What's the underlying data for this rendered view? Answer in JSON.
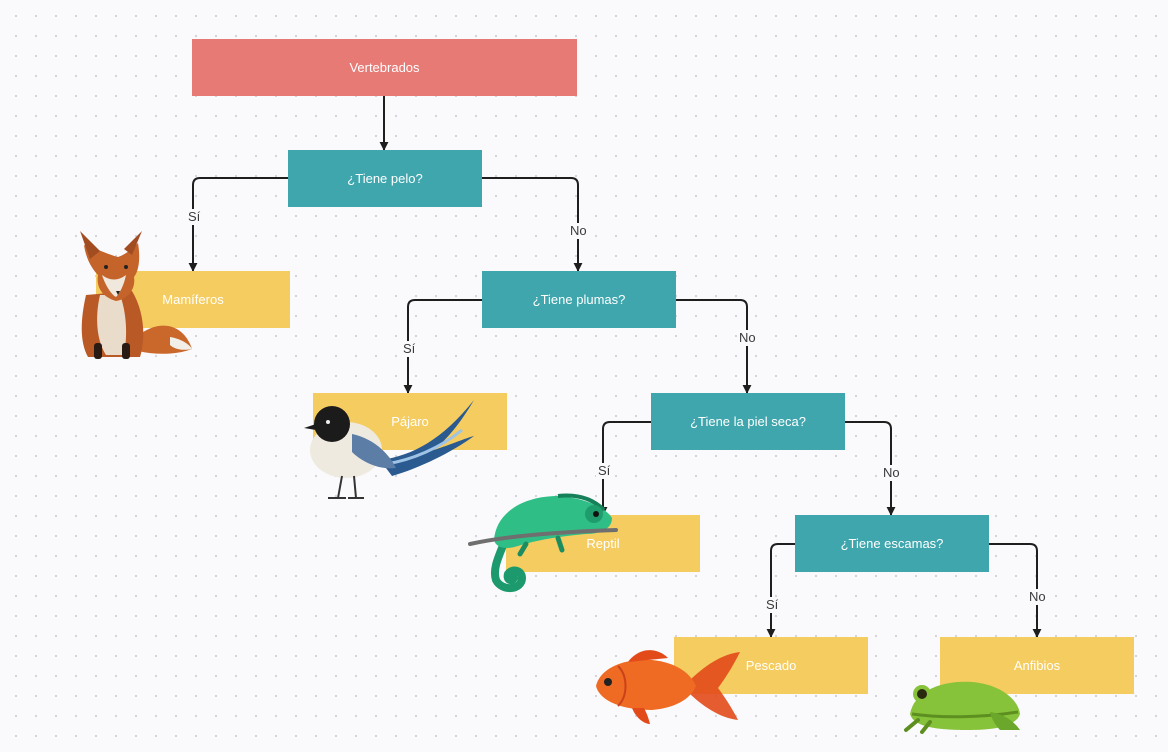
{
  "diagram": {
    "root": "Vertebrados",
    "questions": {
      "q1": "¿Tiene pelo?",
      "q2": "¿Tiene plumas?",
      "q3": "¿Tiene la piel seca?",
      "q4": "¿Tiene escamas?"
    },
    "leaves": {
      "mammals": "Mamíferos",
      "bird": "Pájaro",
      "reptile": "Reptil",
      "fish": "Pescado",
      "amphibians": "Anfibios"
    },
    "edge_labels": {
      "q1_yes": "Sí",
      "q1_no": "No",
      "q2_yes": "Sí",
      "q2_no": "No",
      "q3_yes": "Sí",
      "q3_no": "No",
      "q4_yes": "Sí",
      "q4_no": "No"
    }
  },
  "colors": {
    "root": "#e87a76",
    "question": "#3fa6ad",
    "leaf": "#f5cc5f",
    "connector": "#1e1e1e"
  },
  "illustrations": [
    "fox-image",
    "magpie-bird-image",
    "chameleon-image",
    "goldfish-image",
    "tree-frog-image"
  ]
}
